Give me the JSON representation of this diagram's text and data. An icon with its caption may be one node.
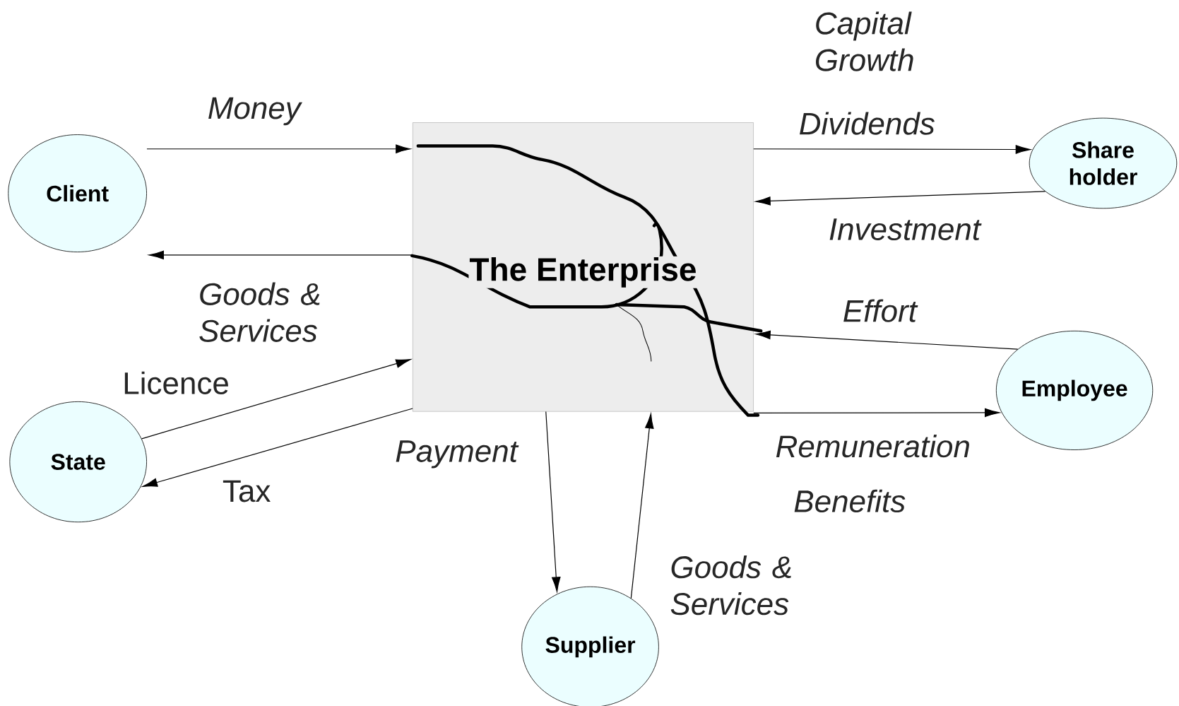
{
  "diagram": {
    "nodes": [
      {
        "text": [
          "Client"
        ]
      },
      {
        "text": [
          "The Enterprise"
        ]
      },
      {
        "text": [
          "Share holder"
        ]
      },
      {
        "text": [
          "State"
        ]
      },
      {
        "text": [
          "Employee"
        ]
      },
      {
        "text": [
          "Supplier"
        ]
      }
    ],
    "edges": [
      {
        "from": 0,
        "to": 1,
        "arrow": "to",
        "label": "Money"
      },
      {
        "from": 1,
        "to": 0,
        "arrow": "to",
        "label": "Goods & Services"
      },
      {
        "from": 3,
        "to": 1,
        "arrow": "to",
        "label": "Licence"
      },
      {
        "from": 1,
        "to": 3,
        "arrow": "to",
        "label": "Tax"
      },
      {
        "from": 1,
        "to": 5,
        "arrow": "to",
        "label": "Payment"
      },
      {
        "from": 5,
        "to": 1,
        "arrow": "to",
        "label": "Goods & Services"
      },
      {
        "from": 1,
        "to": 2,
        "arrow": "to",
        "label": "Dividends"
      },
      {
        "from": 2,
        "to": 1,
        "arrow": "to",
        "label": "Investment"
      },
      {
        "from": 4,
        "to": 1,
        "arrow": "to",
        "label": "Effort"
      },
      {
        "from": 1,
        "to": 4,
        "arrow": "to",
        "label": "Remuneration"
      }
    ],
    "labels": [
      "Capital Growth",
      "Benefits"
    ]
  }
}
